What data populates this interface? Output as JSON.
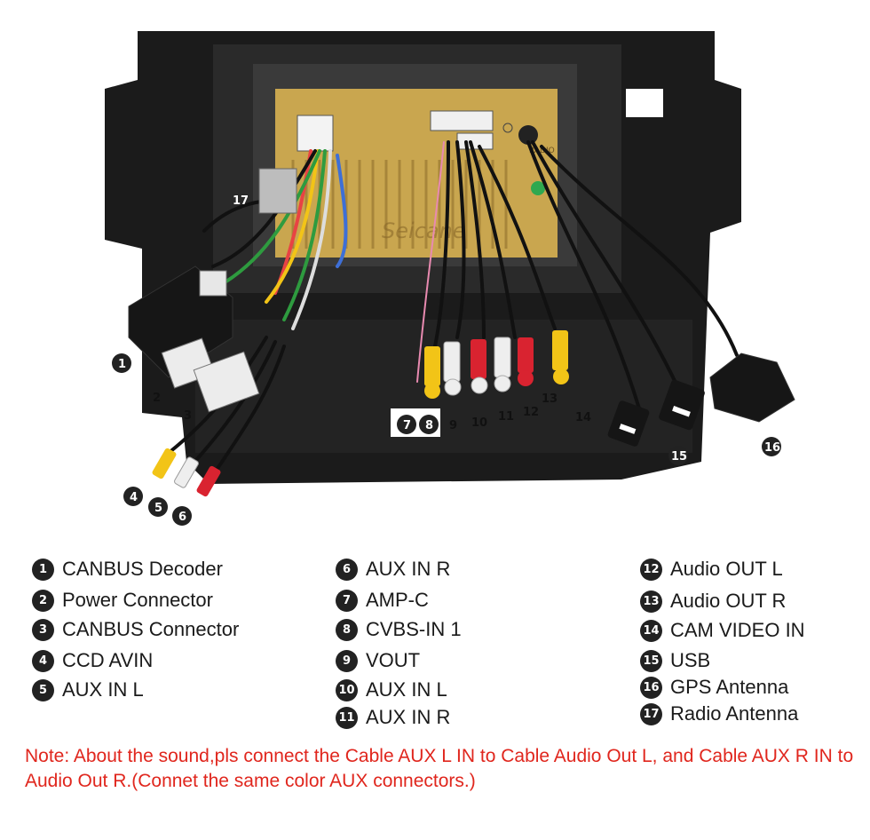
{
  "watermark": "Seicane",
  "head_unit_label": "RADIO",
  "photo_markers": [
    "1",
    "2",
    "3",
    "4",
    "5",
    "6",
    "7",
    "8",
    "9",
    "10",
    "11",
    "12",
    "13",
    "14",
    "15",
    "16",
    "17"
  ],
  "legend": {
    "col1": [
      {
        "num": "1",
        "label": "CANBUS Decoder"
      },
      {
        "num": "2",
        "label": "Power Connector"
      },
      {
        "num": "3",
        "label": "CANBUS Connector"
      },
      {
        "num": "4",
        "label": "CCD AVIN"
      },
      {
        "num": "5",
        "label": "AUX IN L"
      }
    ],
    "col2": [
      {
        "num": "6",
        "label": "AUX IN R"
      },
      {
        "num": "7",
        "label": "AMP-C"
      },
      {
        "num": "8",
        "label": "CVBS-IN 1"
      },
      {
        "num": "9",
        "label": "VOUT"
      },
      {
        "num": "10",
        "label": "AUX IN L"
      },
      {
        "num": "11",
        "label": "AUX IN R"
      }
    ],
    "col3": [
      {
        "num": "12",
        "label": "Audio OUT L"
      },
      {
        "num": "13",
        "label": "Audio OUT R"
      },
      {
        "num": "14",
        "label": "CAM VIDEO IN"
      },
      {
        "num": "15",
        "label": "USB"
      },
      {
        "num": "16",
        "label": "GPS Antenna"
      },
      {
        "num": "17",
        "label": "Radio Antenna"
      }
    ]
  },
  "note": "Note: About the sound,pls connect the Cable AUX L IN to Cable Audio Out L, and Cable AUX R IN to  Audio Out R.(Connet the same color AUX connectors.)",
  "colors": {
    "frame": "#1b1b1b",
    "unit": "#c9a64f",
    "note": "#e0261d",
    "rca_yellow": "#f2c417",
    "rca_red": "#d92330",
    "rca_white": "#eeeeee"
  }
}
